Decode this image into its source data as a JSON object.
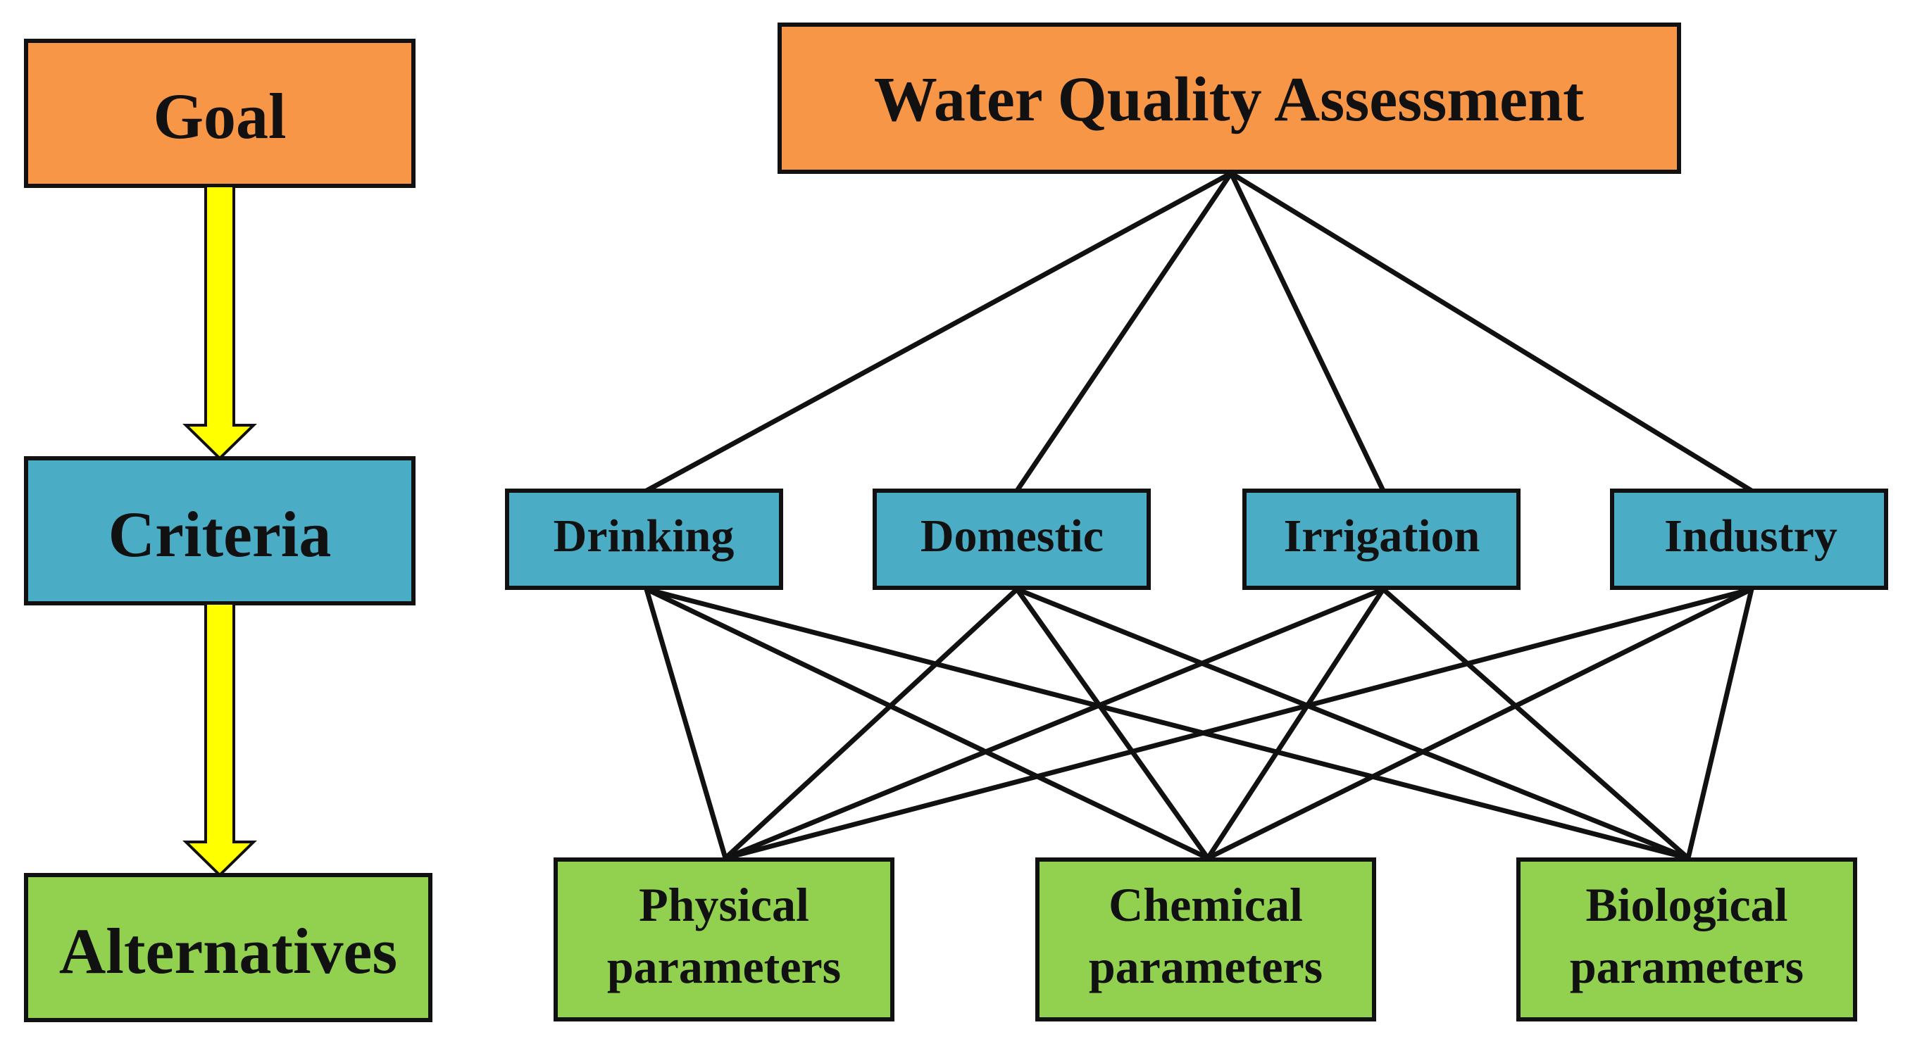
{
  "left_column": {
    "goal_label": "Goal",
    "criteria_label": "Criteria",
    "alternatives_label": "Alternatives"
  },
  "hierarchy": {
    "goal": "Water Quality Assessment",
    "criteria": [
      "Drinking",
      "Domestic",
      "Irrigation",
      "Industry"
    ],
    "alternatives": [
      [
        "Physical",
        "parameters"
      ],
      [
        "Chemical",
        "parameters"
      ],
      [
        "Biological",
        "parameters"
      ]
    ]
  },
  "colors": {
    "goal": "#F79646",
    "criteria": "#4BACC6",
    "alternatives": "#92D050",
    "arrow": "#FFFF00",
    "stroke": "#111111"
  }
}
